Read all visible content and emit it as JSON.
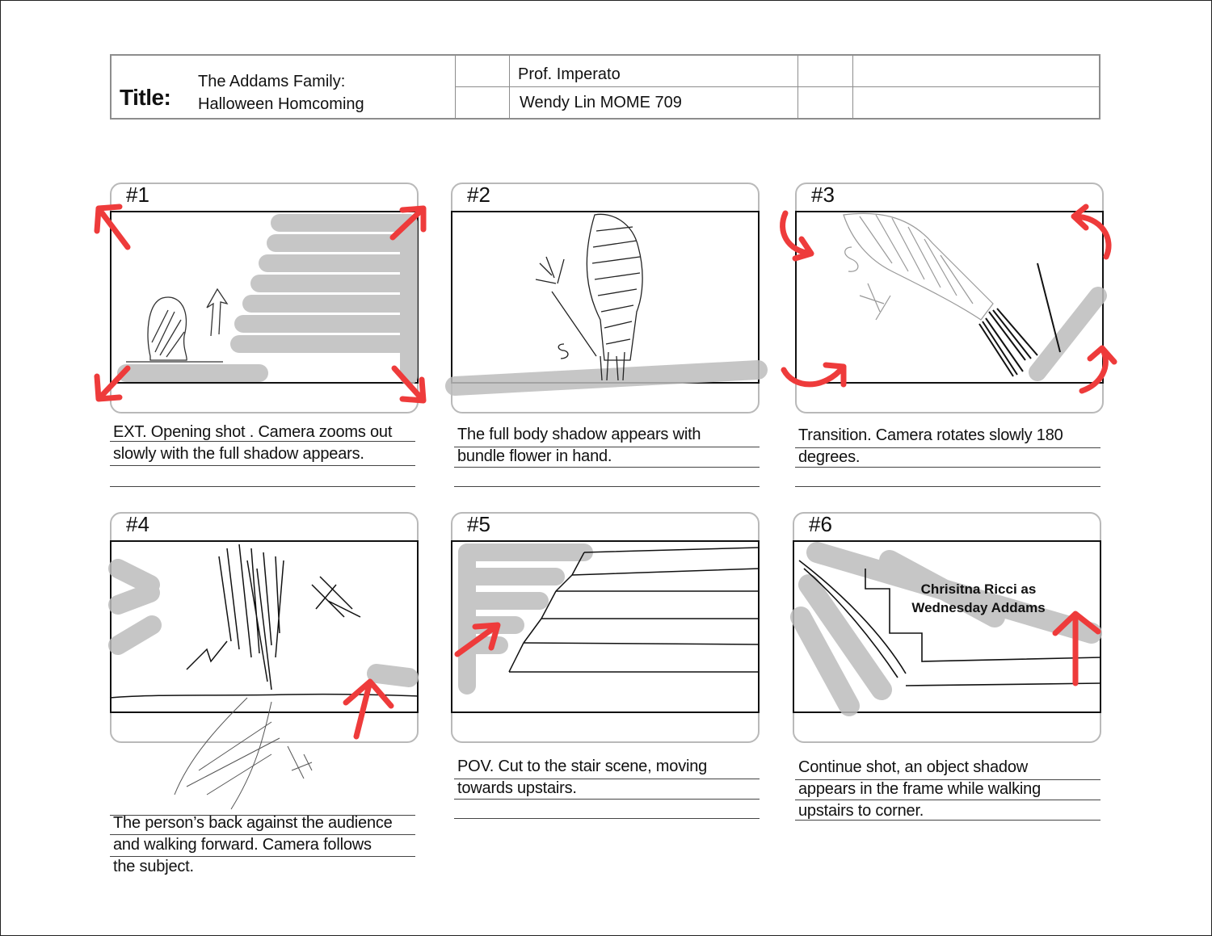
{
  "header": {
    "title_label": "Title:",
    "title_line1": "The Addams Family:",
    "title_line2": "Halloween Homcoming",
    "professor": "Prof. Imperato",
    "author": "Wendy Lin MOME 709"
  },
  "panels": [
    {
      "number": "#1",
      "caption": [
        "EXT. Opening shot . Camera zooms out",
        "slowly with the full shadow appears."
      ]
    },
    {
      "number": "#2",
      "caption": [
        "The full body shadow appears with",
        "bundle flower in hand."
      ]
    },
    {
      "number": "#3",
      "caption": [
        "Transition. Camera rotates slowly 180",
        "degrees."
      ]
    },
    {
      "number": "#4",
      "caption": [
        "The person’s back against the audience",
        "and walking forward. Camera follows",
        "the subject."
      ]
    },
    {
      "number": "#5",
      "caption": [
        "POV. Cut to the stair scene, moving",
        "towards upstairs."
      ]
    },
    {
      "number": "#6",
      "caption": [
        "Continue shot, an object shadow",
        "appears in the frame while walking",
        "upstairs to corner."
      ],
      "overlay": [
        "Chrisitna Ricci as",
        "Wednesday Addams"
      ]
    }
  ],
  "colors": {
    "arrow": "#ee3b3b",
    "shade": "#bdbdbd",
    "frame": "#b9b9b9",
    "header_border": "#8d8d8d"
  },
  "icons": {
    "direction_arrow": "red-arrow-icon",
    "sketch": "pencil-sketch"
  }
}
